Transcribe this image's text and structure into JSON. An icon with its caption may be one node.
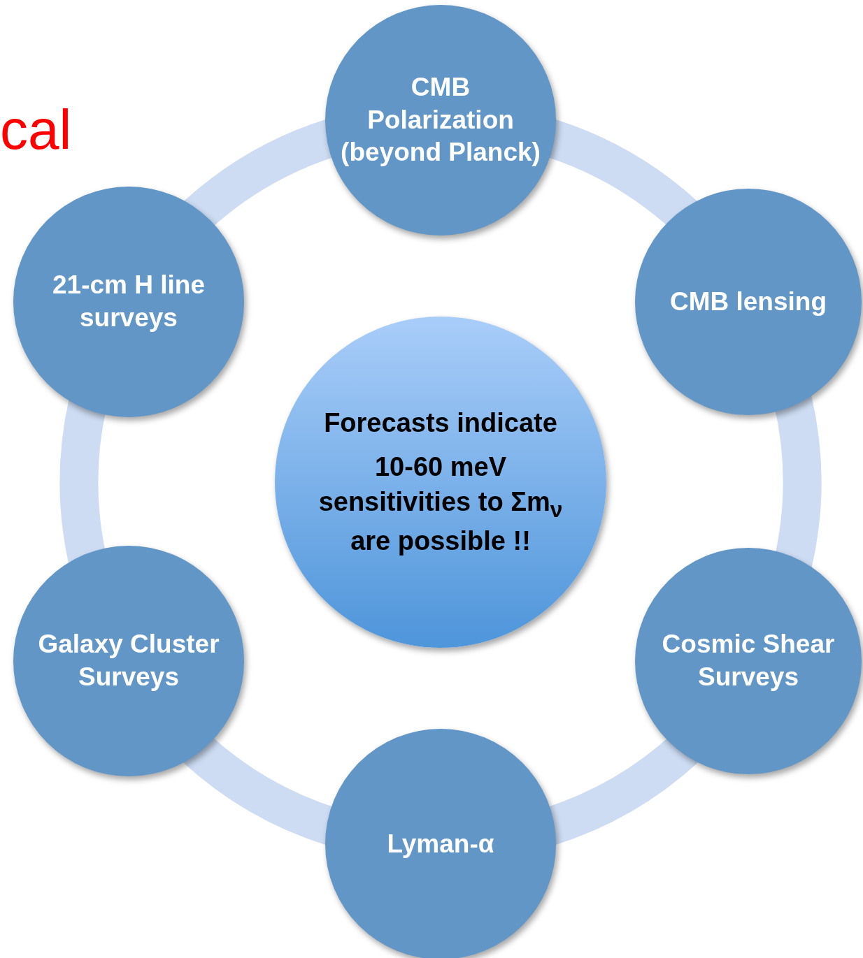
{
  "diagram": {
    "nodes": [
      {
        "text": [
          "CMB Polarization (beyond Planck)"
        ]
      },
      {
        "text": [
          "21-cm H line surveys"
        ]
      },
      {
        "text": [
          "CMB lensing"
        ]
      },
      {
        "text": [
          "Forecasts indicate",
          "10-60 meV sensitivities to Σm$_{ν}$ are possible !!"
        ]
      },
      {
        "text": [
          "Galaxy Cluster Surveys"
        ]
      },
      {
        "text": [
          "Cosmic Shear Surveys"
        ]
      },
      {
        "text": [
          "Lyman-α"
        ]
      }
    ],
    "edges": [
      {
        "from": 0,
        "to": 2,
        "arrow": "none"
      },
      {
        "from": 2,
        "to": 5,
        "arrow": "none"
      },
      {
        "from": 5,
        "to": 6,
        "arrow": "none"
      },
      {
        "from": 6,
        "to": 4,
        "arrow": "none"
      },
      {
        "from": 4,
        "to": 1,
        "arrow": "none"
      },
      {
        "from": 1,
        "to": 0,
        "arrow": "none"
      }
    ],
    "labels": [
      "cal"
    ]
  }
}
